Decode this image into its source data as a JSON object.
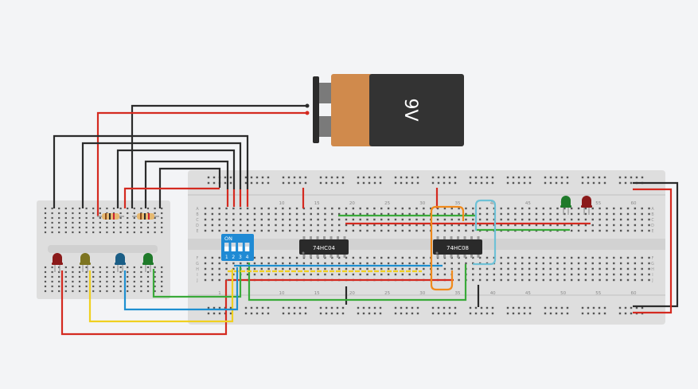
{
  "battery": {
    "label": "9V"
  },
  "chips": [
    {
      "label": "74HC04"
    },
    {
      "label": "74HC08"
    }
  ],
  "dip_switch": {
    "on_label": "ON",
    "position_labels": [
      "1",
      "2",
      "3",
      "4"
    ]
  },
  "breadboard_main": {
    "top_column_numbers": [
      "10",
      "15",
      "20",
      "25",
      "30",
      "35",
      "40",
      "45",
      "50",
      "55",
      "60"
    ],
    "bottom_column_numbers": [
      "1",
      "10",
      "15",
      "20",
      "25",
      "30",
      "35",
      "40",
      "45",
      "50",
      "55",
      "60"
    ],
    "row_letters_top": [
      "A",
      "B",
      "C",
      "D",
      "E"
    ],
    "row_letters_bottom": [
      "F",
      "G",
      "H",
      "I",
      "J"
    ]
  },
  "leds_left": [
    {
      "color": "red",
      "hex": "#8b1a1a"
    },
    {
      "color": "yellow",
      "hex": "#7d7420"
    },
    {
      "color": "blue",
      "hex": "#1b5e86"
    },
    {
      "color": "green",
      "hex": "#1f7a2a"
    }
  ],
  "leds_right": [
    {
      "color": "green",
      "hex": "#1f7a2a"
    },
    {
      "color": "red",
      "hex": "#8b1a1a"
    }
  ],
  "colors": {
    "wire_red": "#d42a20",
    "wire_black": "#2b2b2b",
    "wire_green": "#3aaa3a",
    "wire_yellow": "#f0d020",
    "wire_blue": "#1e8fd0",
    "wire_orange": "#f08a1c",
    "wire_lightblue": "#6ec1d6",
    "breadboard": "#dcdcdc",
    "battery_body": "#333333",
    "battery_cap": "#d08a4c"
  }
}
